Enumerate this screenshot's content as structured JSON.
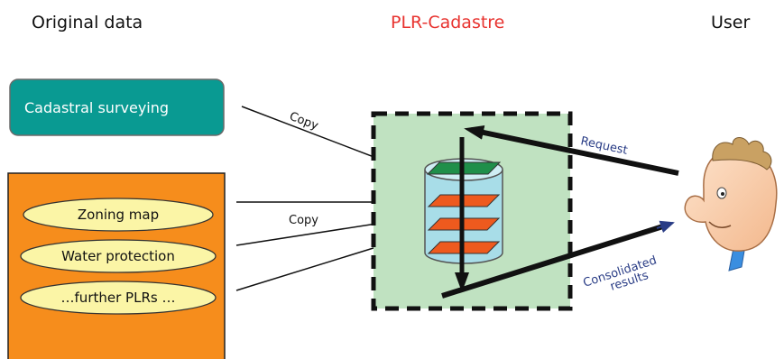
{
  "headers": {
    "original_data": "Original data",
    "plr_cadastre": "PLR-Cadastre",
    "user": "User"
  },
  "sources": {
    "cadastral_surveying": "Cadastral surveying",
    "plr_items": [
      "Zoning map",
      "Water protection",
      "…further PLRs …"
    ]
  },
  "arrow_labels": {
    "copy_top": "Copy",
    "copy_middle": "Copy",
    "request": "Request",
    "consolidated_line1": "Consolidated",
    "consolidated_line2": "results"
  },
  "colors": {
    "teal": "#099a92",
    "orange": "#f68d1c",
    "ellipse": "#fbf5a6",
    "cadastre_bg": "#c0e2c1",
    "header_red": "#e8332f",
    "label_blue": "#2a3d86"
  }
}
